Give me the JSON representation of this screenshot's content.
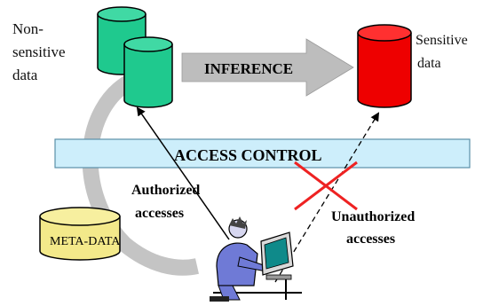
{
  "labels": {
    "nonsensitive_line1": "Non-",
    "nonsensitive_line2": "sensitive",
    "nonsensitive_line3": "data",
    "sensitive_line1": "Sensitive",
    "sensitive_line2": "data",
    "inference": "INFERENCE",
    "access_control": "ACCESS CONTROL",
    "authorized_line1": "Authorized",
    "authorized_line2": "accesses",
    "unauthorized_line1": "Unauthorized",
    "unauthorized_line2": "accesses",
    "metadata": "META-DATA"
  },
  "colors": {
    "nonsensitive_cylinder": "#1fc98e",
    "sensitive_cylinder": "#ee0000",
    "metadata_cylinder": "#f3e98a",
    "access_control_bar": "#cdeefb",
    "inference_arrow": "#bdbdbd",
    "cross": "#ee2222"
  },
  "icons": {
    "user": "user-at-computer-icon"
  }
}
